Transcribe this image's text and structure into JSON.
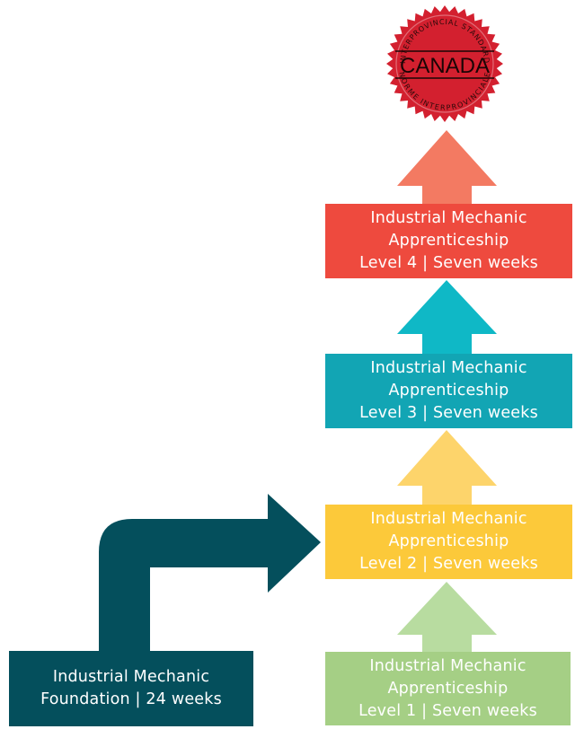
{
  "seal": {
    "top_text": "INTERPROVINCIAL STANDARD",
    "main_text": "CANADA",
    "bottom_text": "NORME INTERPROVINCIALE",
    "color": "#d3202f"
  },
  "levels": [
    {
      "line1": "Industrial Mechanic",
      "line2": "Apprenticeship",
      "line3": "Level 4 | Seven weeks",
      "color": "#ee4a3e",
      "arrow_color": "#f37a62"
    },
    {
      "line1": "Industrial Mechanic",
      "line2": "Apprenticeship",
      "line3": "Level 3 | Seven weeks",
      "color": "#12a5b4",
      "arrow_color": "#0fb8c6"
    },
    {
      "line1": "Industrial Mechanic",
      "line2": "Apprenticeship",
      "line3": "Level 2 | Seven weeks",
      "color": "#fcc93a",
      "arrow_color": "#fdd46b"
    },
    {
      "line1": "Industrial Mechanic",
      "line2": "Apprenticeship",
      "line3": "Level 1 | Seven weeks",
      "color": "#a5cf85",
      "arrow_color": "#b8dca0"
    }
  ],
  "foundation": {
    "line1": "Industrial Mechanic",
    "line2": "Foundation | 24 weeks",
    "color": "#044f5c"
  }
}
